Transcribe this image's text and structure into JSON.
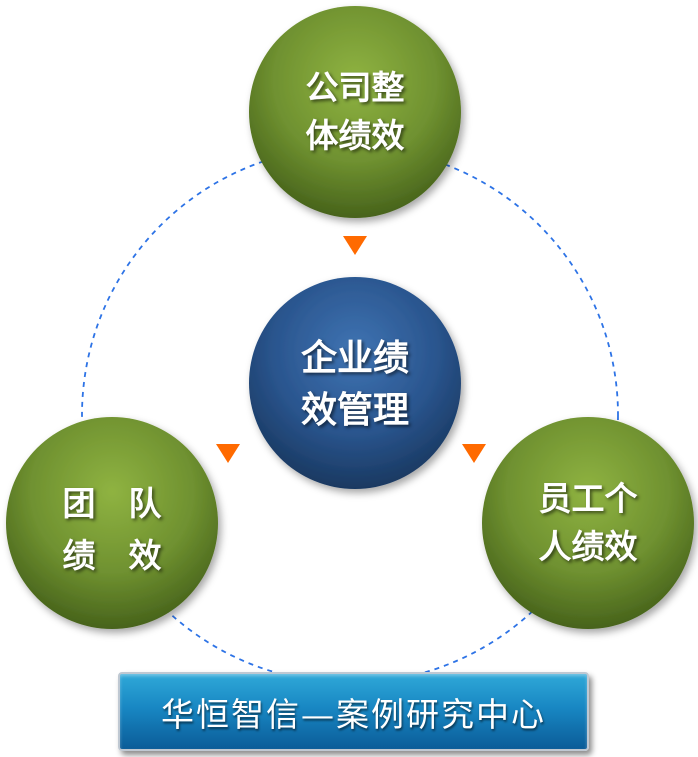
{
  "nodes": {
    "top": {
      "line1": "公司整",
      "line2": "体绩效"
    },
    "center": {
      "line1": "企业绩",
      "line2": "效管理"
    },
    "left": {
      "line1": "团　队",
      "line2": "绩　效"
    },
    "right": {
      "line1": "员工个",
      "line2": "人绩效"
    }
  },
  "banner": {
    "text": "华恒智信—案例研究中心"
  },
  "colors": {
    "outer_circle": "#6f8f2c",
    "center_circle": "#2e5a93",
    "arrow": "#ff6a00",
    "dashed_ring": "#2d73e6",
    "banner": "#1887c3"
  },
  "icons": [
    "down-arrow-icon"
  ]
}
